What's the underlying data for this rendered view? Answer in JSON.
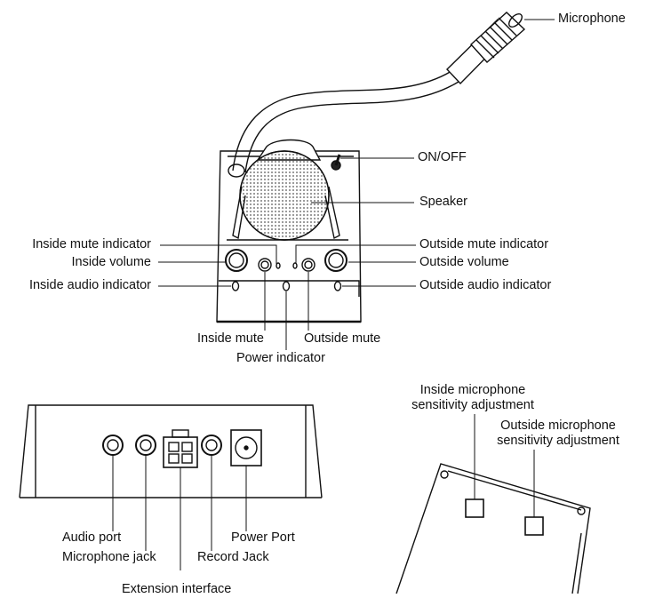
{
  "top_view": {
    "microphone": "Microphone",
    "on_off": "ON/OFF",
    "speaker": "Speaker",
    "inside_mute_indicator": "Inside mute indicator",
    "inside_volume": "Inside volume",
    "inside_audio_indicator": "Inside audio indicator",
    "outside_mute_indicator": "Outside mute indicator",
    "outside_volume": "Outside volume",
    "outside_audio_indicator": "Outside audio indicator",
    "inside_mute": "Inside mute",
    "outside_mute": "Outside mute",
    "power_indicator": "Power indicator"
  },
  "rear_view": {
    "audio_port": "Audio port",
    "microphone_jack": "Microphone jack",
    "extension_interface": "Extension interface",
    "record_jack": "Record Jack",
    "power_port": "Power Port"
  },
  "bottom_view": {
    "inside_mic_sensitivity_line1": "Inside microphone",
    "inside_mic_sensitivity_line2": "sensitivity adjustment",
    "outside_mic_sensitivity_line1": "Outside microphone",
    "outside_mic_sensitivity_line2": "sensitivity adjustment"
  }
}
